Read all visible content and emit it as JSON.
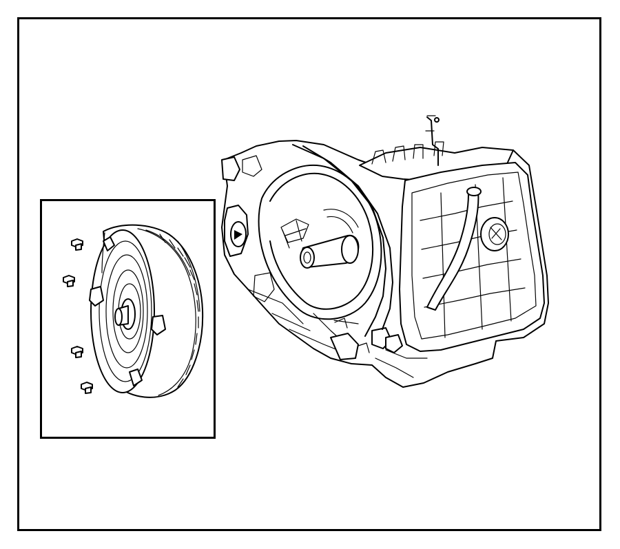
{
  "diagram": {
    "parts": [
      {
        "id": "transmission-assembly",
        "icon": "transmission-illustration"
      },
      {
        "id": "torque-converter",
        "icon": "torque-converter-illustration"
      },
      {
        "id": "converter-bolts",
        "icon": "bolt-illustration",
        "count": 4
      }
    ],
    "colors": {
      "line": "#000000",
      "background": "#ffffff"
    }
  }
}
